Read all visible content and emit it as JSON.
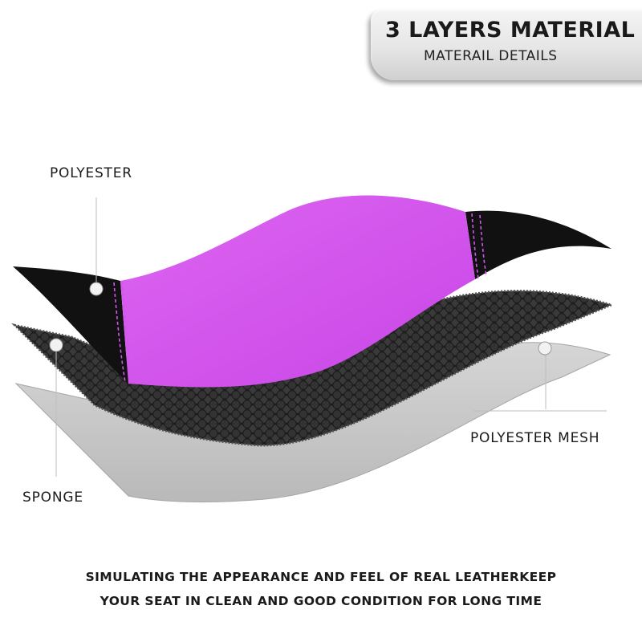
{
  "header": {
    "title": "3 LAYERS MATERIAL",
    "subtitle": "MATERAIL DETAILS"
  },
  "layers": {
    "top": {
      "label": "POLYESTER",
      "leather_color": "#d454ee",
      "side_color": "#111111",
      "stitch_color": "#d454ee"
    },
    "middle": {
      "label": "SPONGE",
      "color": "#2b2b2b"
    },
    "bottom": {
      "label": "POLYESTER MESH",
      "color": "#cdcdcd"
    }
  },
  "caption": {
    "line1": "SIMULATING THE APPEARANCE AND FEEL OF REAL LEATHERKEEP",
    "line2": "YOUR SEAT IN CLEAN AND GOOD CONDITION FOR LONG TIME"
  }
}
